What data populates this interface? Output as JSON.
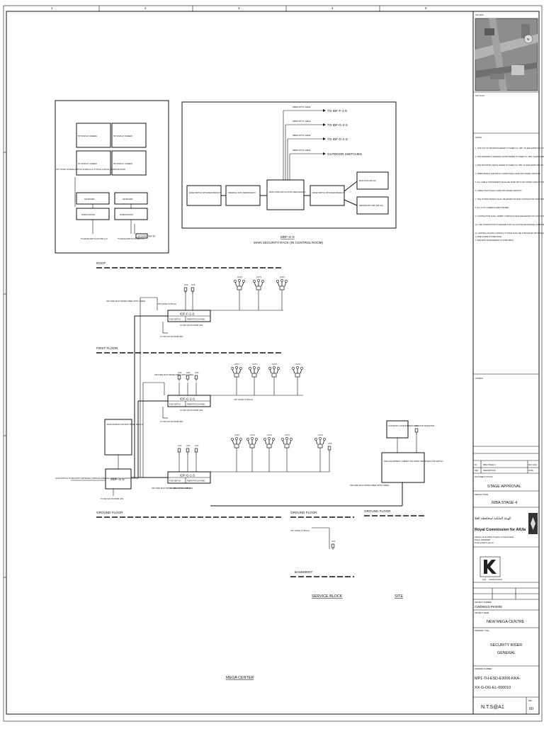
{
  "border": {
    "grid_numbers": [
      "1",
      "2",
      "3",
      "4",
      "5"
    ]
  },
  "keymap": {
    "title": "KEY MAP",
    "north": "N"
  },
  "keyplan": {
    "title": "KEY PLAN"
  },
  "notes": {
    "title": "NOTES:",
    "items": [
      "1. FOR LIST OF DRAWINGS REFER TO SHEET No. MP1-TH-ESD-E3006-KKA-XX-G-DG-EL-000001.",
      "2. FOR LEGENDS & GENERAL NOTES REFER TO SHEET No. MP1-TH-ESD-E3006-KKA-XX-G-DG-EL-000002.",
      "3. FOR MOUNTING DETAIL REFER TO SHEET No. MP1-TH-ESD-E3006-KKA-XX-G-DG-EL-000003.",
      "4. FIBER PANELS AND PATCH CORDS SHALL HAVE 20% SPARE CAPACITY.",
      "5. ALL CABLE CONTAINMENT SHALL BE SIZED WITH 20% SPARE CAPACITY, WHERE LARGER TRUNKING WILL BE REQUIRED.",
      "6. CABLE TRAYS SHALL HAVE 25% SPARE CAPACITY.",
      "7. THE SYSTEM DESIGN SHALL BE BASED ON MAIN CONTRACTOR SHOP DRAWINGS, SUBJECT TO THE APPROVAL OF THE ENGINEER.",
      "8. ALL CCTV CAMERAS ARE IP BASED.",
      "9. CONTRACTOR SHALL SUBMIT COMPLETE DETAILED DESIGN OF CCTV SYSTEM FOR APPROVAL OF SITE ENGINEER.",
      "10. THE CONTRACTOR TO ENSURE THAT ALL ACTIVE AND PASSIVE COMPONENTS ARE COMPATIBLE WITH RCU SPECIFICATIONS AND STANDARDS.",
      "11. CENTRAL ACCESS CONTROL SYSTEM SHALL BE INTEGRATED WITH THE FOLLOWING SYSTEMS:",
      "a. FIRE ALARM SYSTEM (FAS)",
      "b. BUILDING MANAGEMENT SYSTEM (BMS)"
    ]
  },
  "stamps": {
    "title": "STAMPS"
  },
  "revisions": {
    "rows": [
      {
        "rev": "00",
        "desc": "RIBA STAGE 4",
        "date": "MAY 2023"
      }
    ],
    "header": {
      "rev": "REV",
      "desc": "DESCRIPTION",
      "date": "DATE"
    }
  },
  "titleblock": {
    "status_label": "DOCUMENT STATUS",
    "status": "STAGE APPROVAL",
    "stage_label": "DESIGN STAGE",
    "stage": "RIBA STAGE 4",
    "client_arabic": "الهيئة الملكية لمحافظة العلا",
    "client_english": "Royal Commission for AlUla",
    "client_address": "Address: AlUla 43534, Kingdom of Saudi Arabia",
    "client_phone": "Phone: 920029992",
    "client_email": "Email: info@rcu.gov.sa",
    "consultant": "KKA",
    "consultant_sub": "CONSULTANTS",
    "project_no_label": "PROJECT NUMBER",
    "project_no": "CWD8023 PK0006",
    "project_name_label": "PROJECT NAME",
    "project_name": "NEW MEGA CENTRE",
    "drawing_title_label": "DRAWING TITLE",
    "drawing_title_1": "SECURITY RISER",
    "drawing_title_2": "GENERAL",
    "drawing_no_label": "DRAWING NUMBER",
    "drawing_no_1": "MP1-TH-ESD-E3006-KKA-",
    "drawing_no_2": "XX-G-DG-EL-000010",
    "scale": "N.T.S@A1",
    "rev_label": "REV",
    "rev": "00"
  },
  "control_room": {
    "screens": [
      "55\" DISPLAY SCREEN",
      "55\" DISPLAY SCREEN",
      "55\" DISPLAY SCREEN",
      "55\" DISPLAY SCREEN"
    ],
    "keyboards": [
      "KEYBOARD",
      "KEYBOARD"
    ],
    "workstations": [
      "WORKSTATION",
      "WORKSTATION"
    ],
    "note_left": "UTP CAT6A TO EDGE SWITCH IN MDF-G-S (TYPICAL FOR ALL WORKSTATIONS)",
    "note_ws1": "TO EDGE SWITCH IN MDF-G-S",
    "note_ws2": "TO EDGE SWITCH IN MDF-G-S",
    "note_printer": "NETWORK PRINTER"
  },
  "rack": {
    "edge_left": "EDGE SWITCH WITH REDUNDANCY",
    "firewall": "FIREWALL WITH REDUNDANCY",
    "core": "MAIN CORE SWITCH WITH REDUNDANCY",
    "edge_right": "EDGE SWITCH WITH REDUNDANCY",
    "nvr": "MAIN NVR (256 CH)",
    "nvr_redundant": "REDUNDANT NVR (256 CH)",
    "links": [
      "TO IDF-F-1-S",
      "TO IDF-G-2-S",
      "TO IDF-G-1-S",
      "OUTDOOR SWITCHES"
    ],
    "fiber_label": "FIBER OPTIC CABLE",
    "title": "MDF-G-S",
    "subtitle": "MAIN SECURITY RACK (IN CONTROL ROOM)"
  },
  "floors": {
    "roof": "ROOF",
    "first": "FIRST FLOOR",
    "ground": "GROUND FLOOR",
    "ground_mid": "GROUND FLOOR",
    "ground_right": "GROUND FLOOR",
    "basement": "BASEMENT"
  },
  "riser": {
    "idf_f1": "IDF-F-1-S",
    "idf_g2": "IDF-G-2-S",
    "idf_g1": "IDF-G-1-S",
    "idf_sub_a": "POE SWITCH",
    "idf_sub_b": "FIBER PATCH PANEL",
    "mdf": "MDF-G-S",
    "macp": "MAIN ACCESS CONTROL PANEL MACP-G",
    "field_cabinet": "FIELD EQUIPMENT CABINET INCLUDING INDUSTRIAL POE SWITCH",
    "gate_barrier": "AUTOMATIC GATE BARRIER WITH LOOP DETECTOR",
    "fiber_note": "SM CORE MULTI MODE FIBER OPTIC CABLE",
    "utp_note": "UTP CAT6A (TYPICAL)",
    "ups_note": "TO 400 VOLTS FROM UPS",
    "mdf_note": "ALAN SWITCH TO SECURITY NETWORK (THROUGH FIREWALL REFER TO ICT MAIN PACKAGE)",
    "ups_label": "TO 400 VOLTS FROM UPS",
    "cam_label": "CCTV",
    "dev_label": "ACS"
  },
  "zones": {
    "service_block": "SERVICE BLOCK",
    "site": "SITE",
    "mega_center": "MEGA CENTER"
  }
}
